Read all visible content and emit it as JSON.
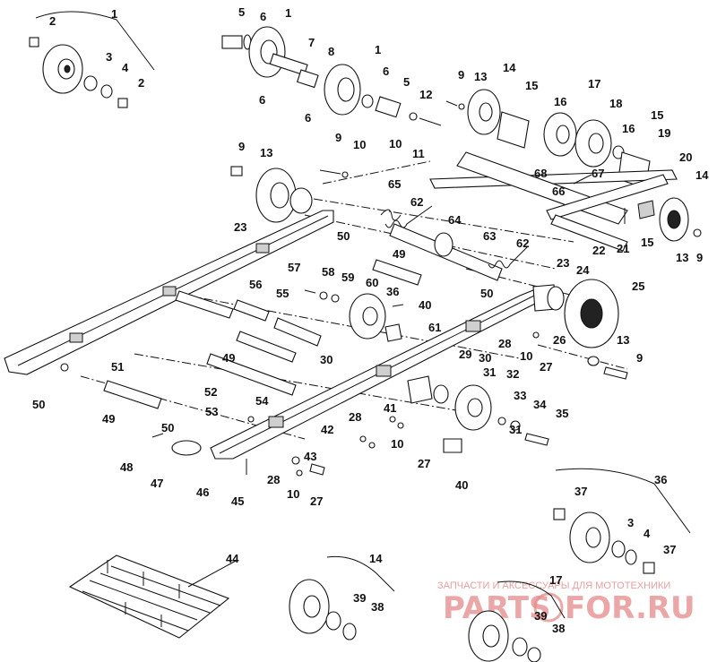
{
  "watermark": {
    "tagline": "ЗАПЧАСТИ И АКСЕССУАРЫ ДЛЯ МОТОТЕХНИКИ",
    "logo_left": "PARTS",
    "logo_right": "FOR.RU"
  },
  "callouts": {
    "c1a": "1",
    "c2a": "2",
    "c3a": "3",
    "c4a": "4",
    "c2b": "2",
    "c5a": "5",
    "c6a": "6",
    "c1b": "1",
    "c7": "7",
    "c8": "8",
    "c6b": "6",
    "c6c": "6",
    "c1c": "1",
    "c6d": "6",
    "c5b": "5",
    "c12": "12",
    "c10a": "10",
    "c11": "11",
    "c9a": "9",
    "c13a": "13",
    "c14a": "14",
    "c15a": "15",
    "c16a": "16",
    "c17a": "17",
    "c18": "18",
    "c16b": "16",
    "c15b": "15",
    "c19": "19",
    "c68": "68",
    "c67": "67",
    "c20": "20",
    "c14b": "14",
    "c65": "65",
    "c66": "66",
    "c9b": "9",
    "c13b": "13",
    "c9c": "9",
    "c10b": "10",
    "c23a": "23",
    "c62a": "62",
    "c64": "64",
    "c63": "63",
    "c62b": "62",
    "c22": "22",
    "c21": "21",
    "c15c": "15",
    "c13c": "13",
    "c9d": "9",
    "c50a": "50",
    "c49a": "49",
    "c23b": "23",
    "c24": "24",
    "c25": "25",
    "c57": "57",
    "c58": "58",
    "c59": "59",
    "c60": "60",
    "c36a": "36",
    "c50b": "50",
    "c56": "56",
    "c55": "55",
    "c40a": "40",
    "c61": "61",
    "c28a": "28",
    "c26": "26",
    "c13d": "13",
    "c10c": "10",
    "c27a": "27",
    "c9e": "9",
    "c51": "51",
    "c49b": "49",
    "c30a": "30",
    "c29": "29",
    "c30b": "30",
    "c31a": "31",
    "c32": "32",
    "c50c": "50",
    "c52": "52",
    "c54": "54",
    "c33": "33",
    "c34": "34",
    "c35": "35",
    "c31b": "31",
    "c49c": "49",
    "c53": "53",
    "c41": "41",
    "c28b": "28",
    "c42": "42",
    "c10d": "10",
    "c50d": "50",
    "c27b": "27",
    "c43": "43",
    "c48": "48",
    "c47": "47",
    "c46": "46",
    "c28c": "28",
    "c10e": "10",
    "c27c": "27",
    "c45": "45",
    "c40b": "40",
    "c36b": "36",
    "c37a": "37",
    "c3b": "3",
    "c4b": "4",
    "c37b": "37",
    "c44": "44",
    "c14c": "14",
    "c39a": "39",
    "c38a": "38",
    "c17b": "17",
    "c39b": "39",
    "c38b": "38"
  }
}
